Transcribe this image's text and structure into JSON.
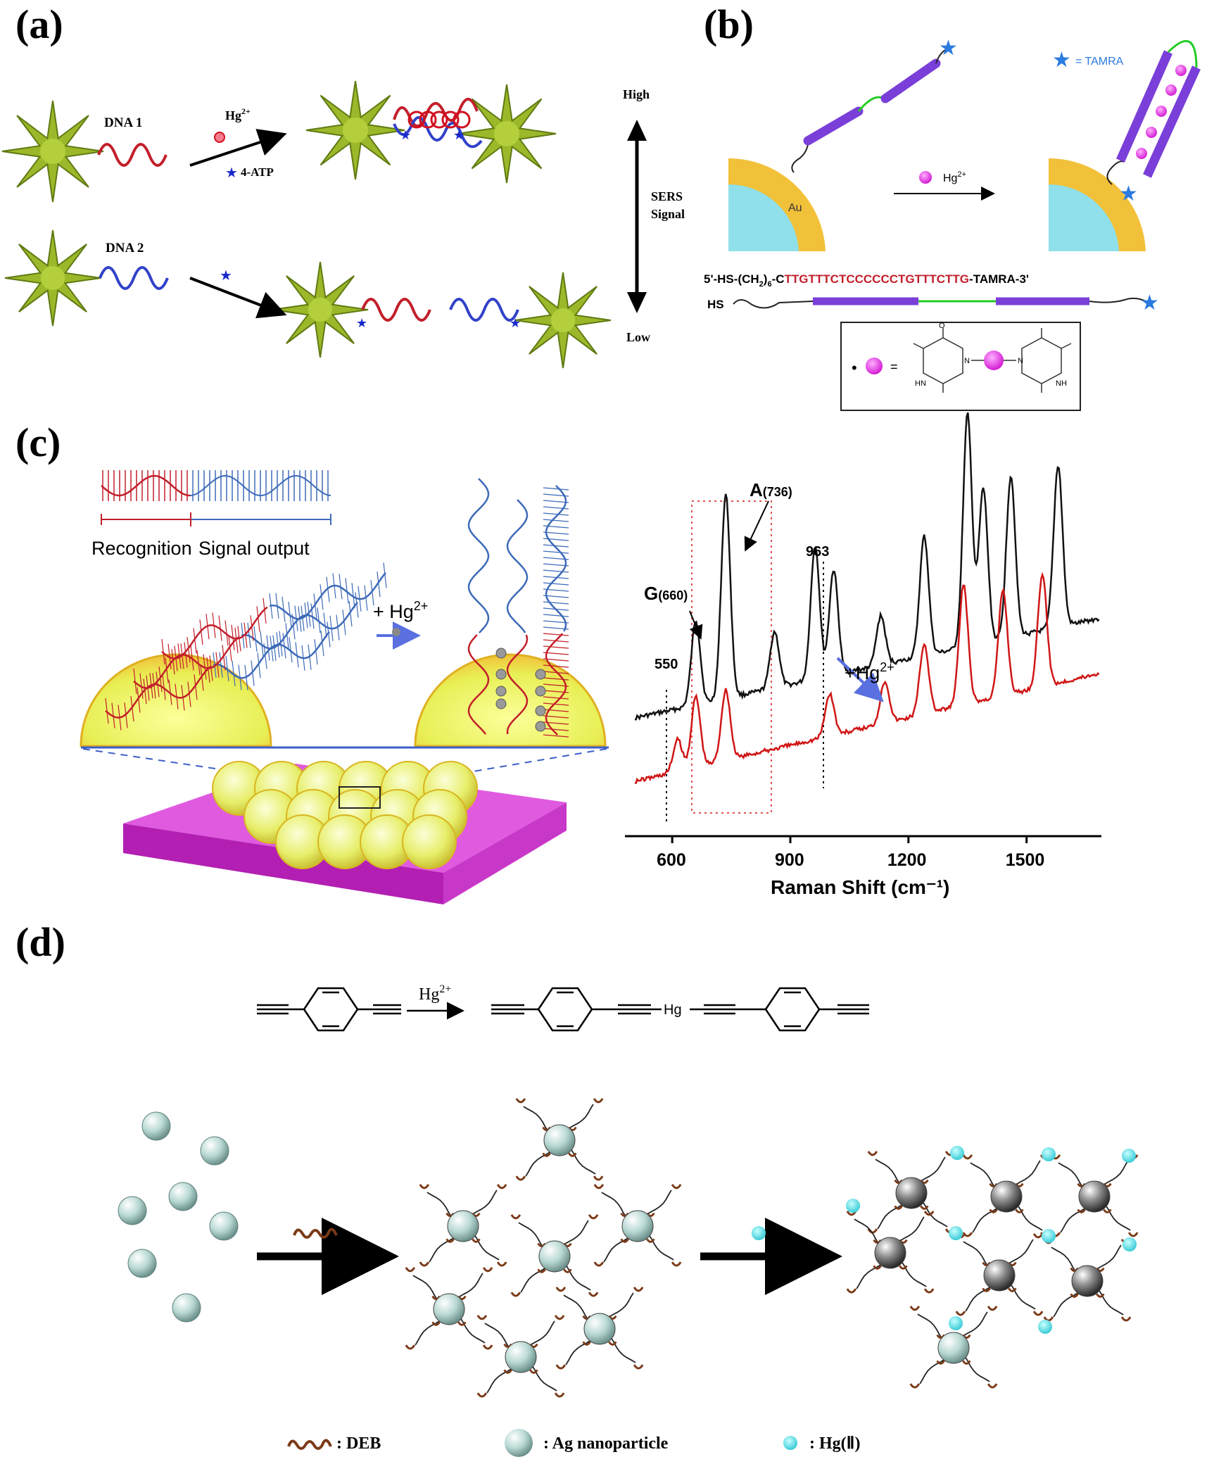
{
  "panels": {
    "a": {
      "label": "(a)",
      "dna1": "DNA 1",
      "dna2": "DNA 2",
      "hg": "Hg",
      "hg_sup": "2+",
      "atp": "4-ATP",
      "high": "High",
      "low": "Low",
      "sers1": "SERS",
      "sers2": "Signal"
    },
    "b": {
      "label": "(b)",
      "legend": "= TAMRA",
      "au": "Au",
      "hg": "Hg",
      "hg_sup": "2+",
      "seq_prefix": "5'-HS-(CH",
      "seq_sub1": "2",
      "seq_mid": ")",
      "seq_sub2": "6",
      "seq_dash": "-C",
      "seq_rest": "TTGTTTCTCCCCCCTGTTTCTTG",
      "seq_suffix": "-TAMRA-3'",
      "hs": "HS"
    },
    "c": {
      "label": "(c)",
      "recognition": "Recognition",
      "signal_output": "Signal output",
      "plus_hg": "+ Hg",
      "hg_sup": "2+"
    },
    "d": {
      "label": "(d)",
      "hg_reaction": "Hg",
      "hg_sup": "2+",
      "hg_center": "Hg",
      "legend_deb": ": DEB",
      "legend_ag": ": Ag nanoparticle",
      "legend_hg": ": Hg(Ⅱ)"
    }
  },
  "colors": {
    "star": "#9cb82a",
    "dna_red": "#c21f2a",
    "dna_blue": "#3142c8",
    "tamra": "#2a7ae0",
    "gold": "#f2c13a",
    "cyan_core": "#8fe0ea",
    "purple": "#7a3fd8",
    "green_linker": "#22cc22",
    "magenta": "#e01ee0",
    "substrate": "#e05ae0",
    "sphere": "#e7ee6a",
    "ag": "#b9d9d4",
    "hgion": "#2fe0e4",
    "spectrum_black": "#111111",
    "spectrum_red": "#d01515"
  },
  "chart_data": {
    "type": "line",
    "title": "",
    "xlabel": "Raman Shift (cm⁻¹)",
    "ylabel": "",
    "xlim": [
      480,
      1690
    ],
    "x_ticks": [
      600,
      900,
      1200,
      1500
    ],
    "series": [
      {
        "name": "",
        "color": "#111111"
      },
      {
        "name": "",
        "color": "#d01515"
      }
    ],
    "annotations": [
      {
        "text": "550",
        "x": 550
      },
      {
        "text": "G",
        "sub": "(660)",
        "x": 660
      },
      {
        "text": "A",
        "sub": "(736)",
        "x": 736
      },
      {
        "text": "963",
        "x": 963
      },
      {
        "text": "+Hg",
        "sup": "2+"
      }
    ],
    "peaks_black": [
      660,
      736,
      860,
      963,
      1010,
      1130,
      1240,
      1350,
      1390,
      1460,
      1580
    ],
    "peaks_red": [
      614,
      660,
      736,
      1000,
      1140,
      1240,
      1340,
      1440,
      1540
    ]
  }
}
